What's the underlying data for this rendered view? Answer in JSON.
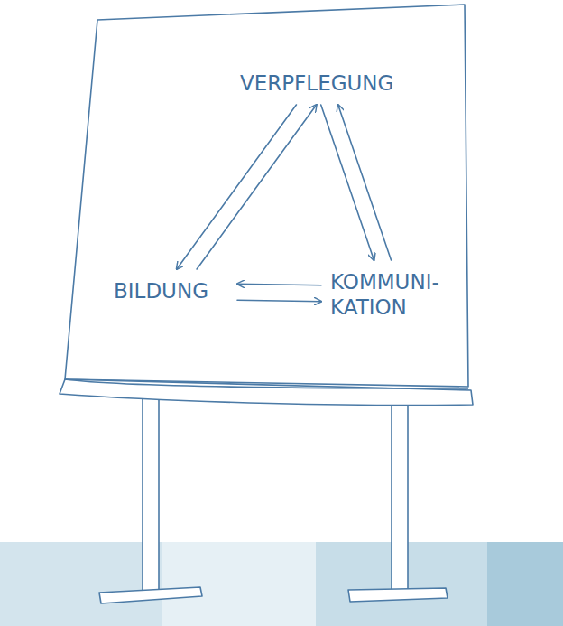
{
  "diagram": {
    "nodes": [
      {
        "text": [
          "VERPFLEGUNG"
        ]
      },
      {
        "text": [
          "BILDUNG"
        ]
      },
      {
        "text": [
          "KOMMUNI- KATION"
        ]
      }
    ],
    "edges": [
      {
        "from": 0,
        "to": 1,
        "arrow": "to"
      },
      {
        "from": 1,
        "to": 0,
        "arrow": "to"
      },
      {
        "from": 0,
        "to": 2,
        "arrow": "to"
      },
      {
        "from": 2,
        "to": 0,
        "arrow": "to"
      },
      {
        "from": 1,
        "to": 2,
        "arrow": "to"
      },
      {
        "from": 2,
        "to": 1,
        "arrow": "to"
      }
    ]
  }
}
